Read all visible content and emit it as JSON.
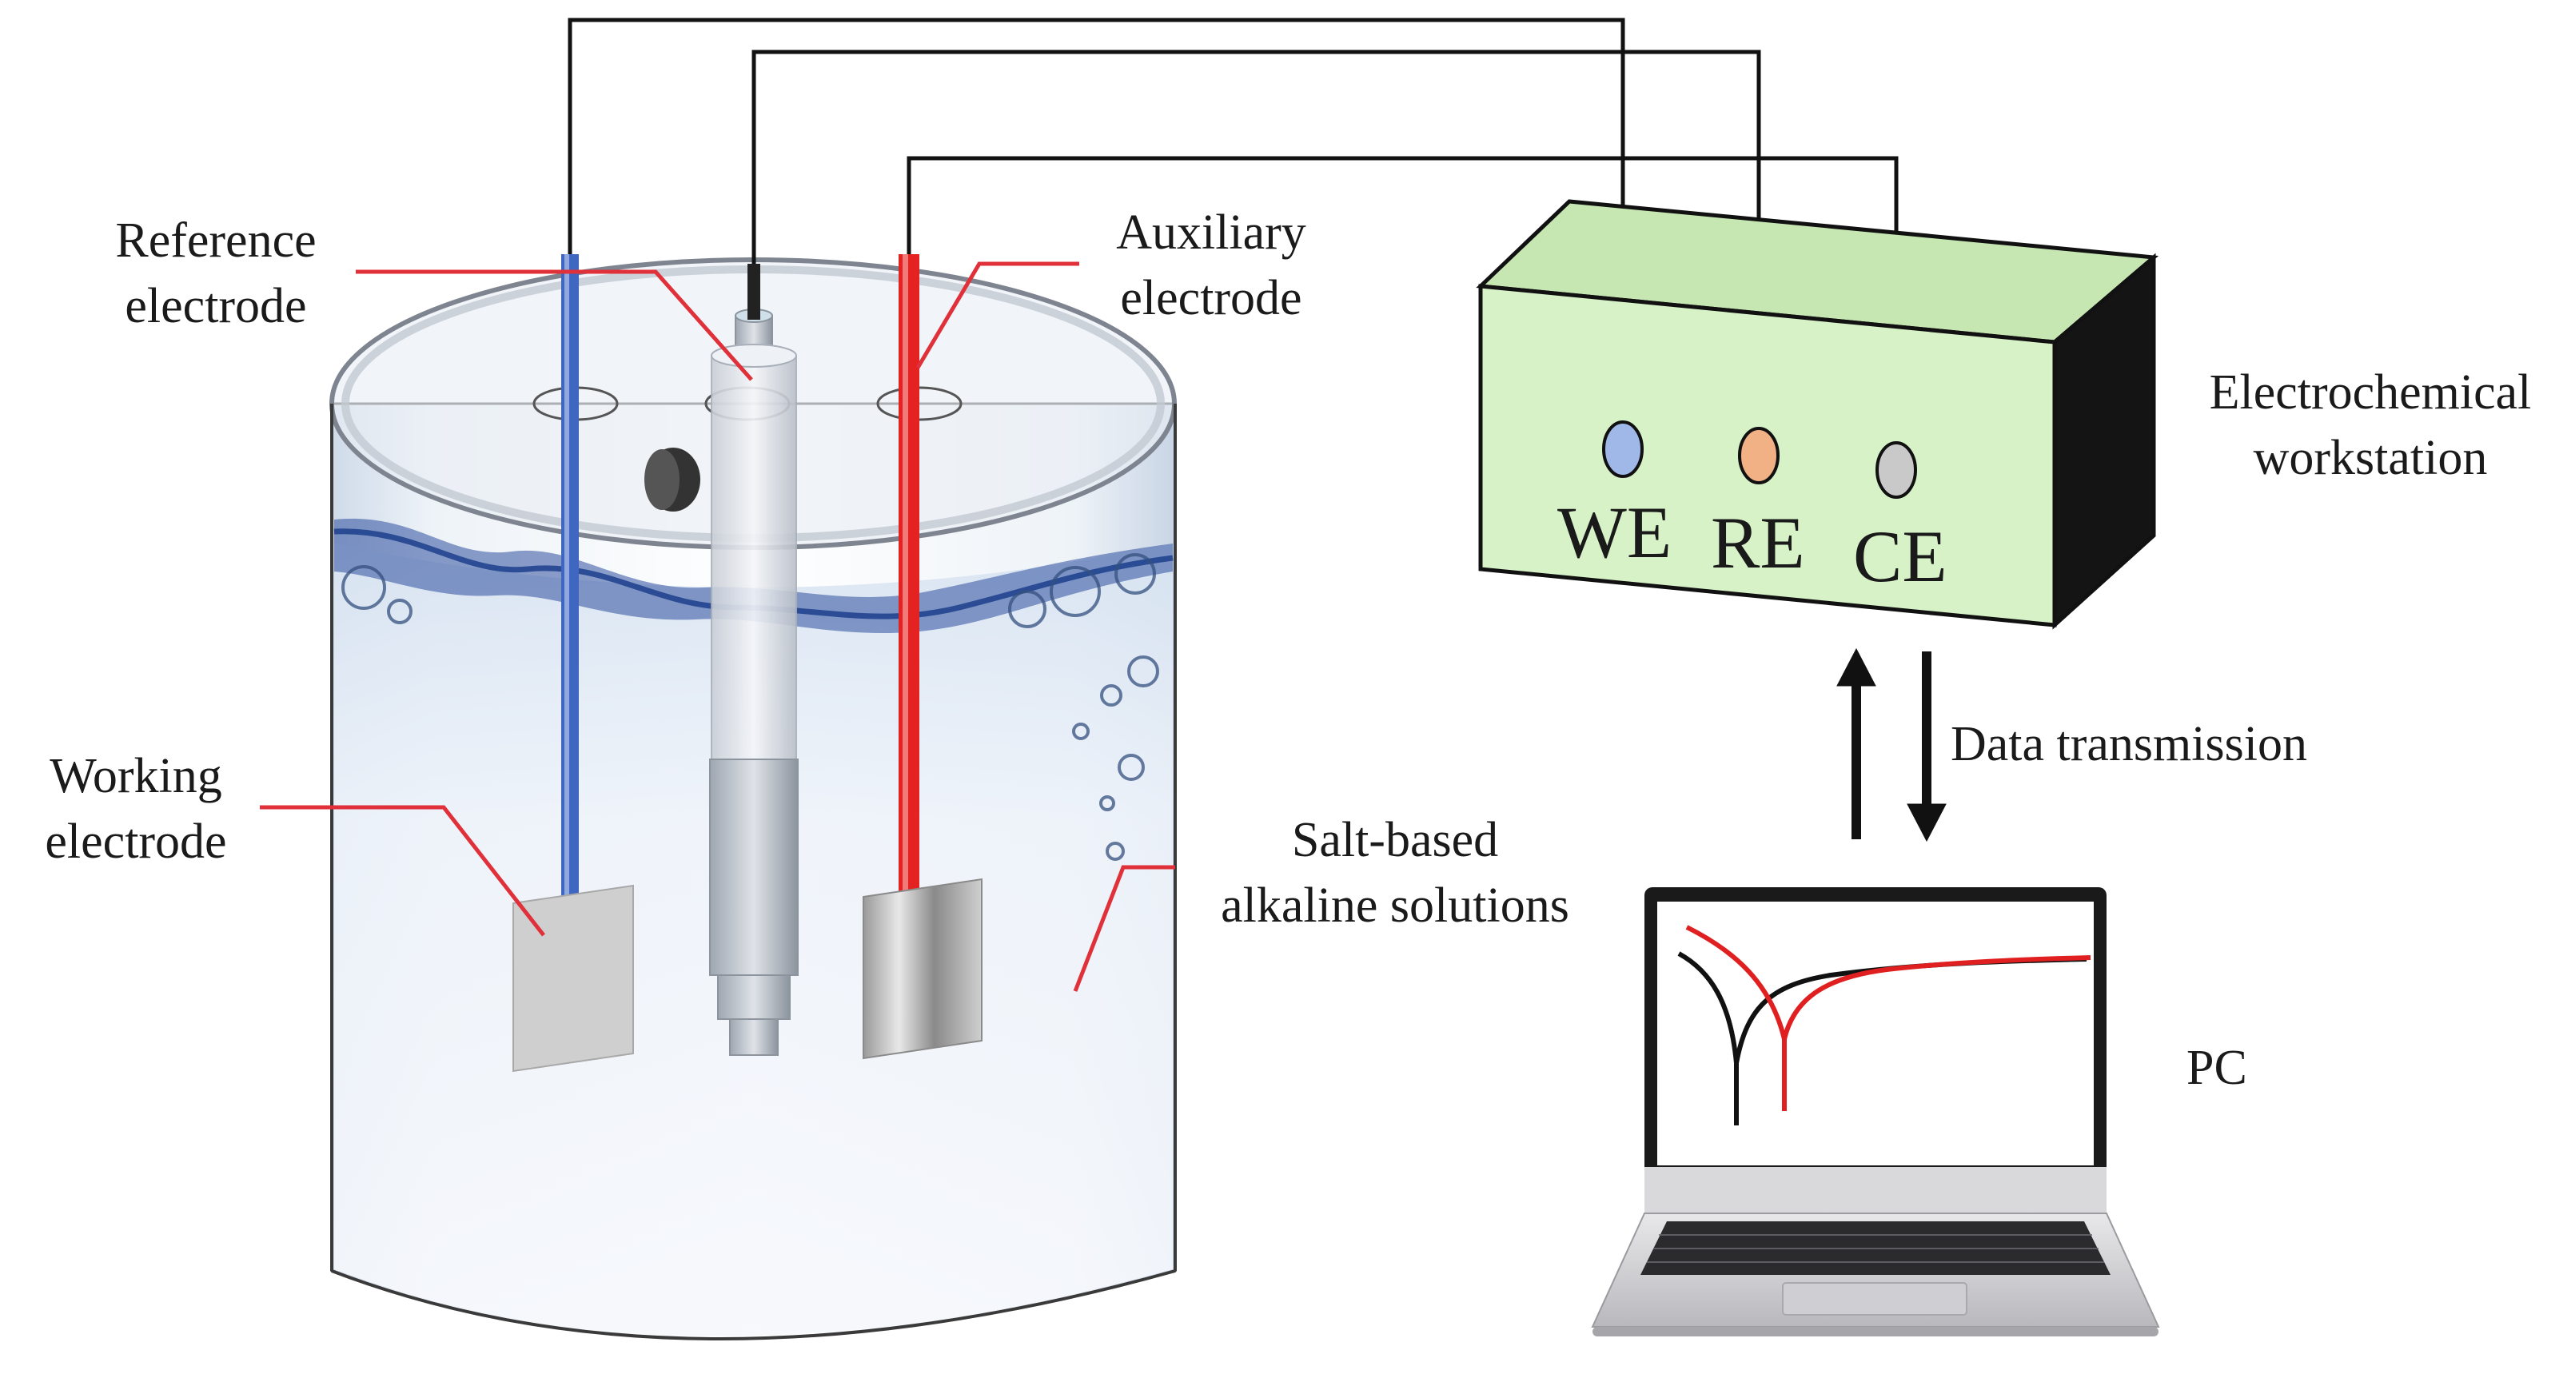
{
  "labels": {
    "reference_electrode": [
      "Reference",
      "electrode"
    ],
    "auxiliary_electrode": [
      "Auxiliary",
      "electrode"
    ],
    "working_electrode": [
      "Working",
      "electrode"
    ],
    "solution": [
      "Salt-based",
      "alkaline solutions"
    ],
    "workstation": [
      "Electrochemical",
      "workstation"
    ],
    "data_transmission": "Data transmission",
    "pc": "PC"
  },
  "ports": [
    {
      "id": "we",
      "label": "WE",
      "color": "#9fb8e8"
    },
    {
      "id": "re",
      "label": "RE",
      "color": "#f2b185"
    },
    {
      "id": "ce",
      "label": "CE",
      "color": "#c9c9c9"
    }
  ],
  "colors": {
    "leader": "#e0303a",
    "workstation_face": "#d8f2c8",
    "workstation_side": "#141414",
    "auxiliary_rod": "#e52222",
    "working_rod": "#3f66c0",
    "water_edge": "#1c3f8c",
    "curve_a": "#111111",
    "curve_b": "#e02020"
  }
}
